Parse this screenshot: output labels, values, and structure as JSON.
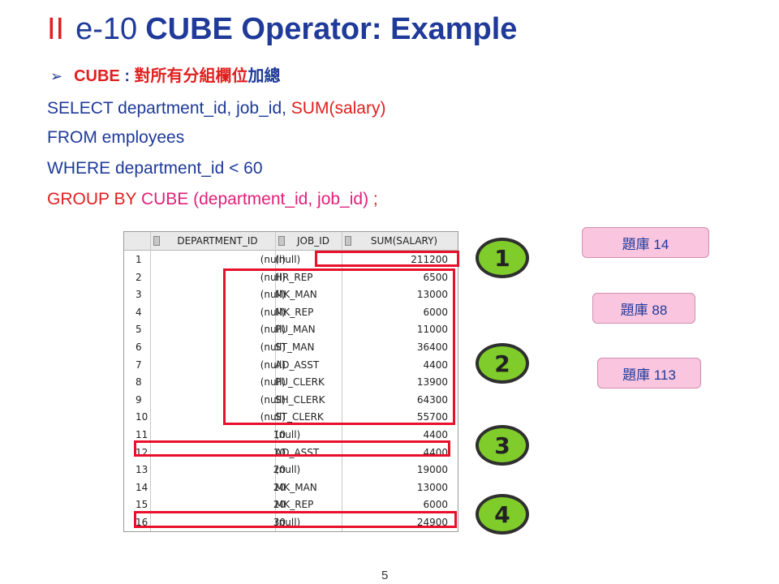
{
  "title": {
    "roman": "II",
    "number": "e-10",
    "main": "CUBE Operator: Example"
  },
  "bullet": {
    "keyword": "CUBE",
    "separator": " : ",
    "red_text": "對所有分組欄位",
    "blue_text": "加總"
  },
  "sql": {
    "line1_a": "SELECT department_id, job_id, ",
    "line1_b": "SUM(salary)",
    "line2": "FROM employees",
    "line3": "WHERE department_id < 60",
    "line4_a": "GROUP BY ",
    "line4_b": "CUBE (department_id, job_id)",
    "line4_c": " ;"
  },
  "result_table": {
    "columns": [
      "DEPARTMENT_ID",
      "JOB_ID",
      "SUM(SALARY)"
    ],
    "rows": [
      {
        "n": "1",
        "dep": "(null)",
        "job": "(null)",
        "sal": "211200"
      },
      {
        "n": "2",
        "dep": "(null)",
        "job": "HR_REP",
        "sal": "6500"
      },
      {
        "n": "3",
        "dep": "(null)",
        "job": "MK_MAN",
        "sal": "13000"
      },
      {
        "n": "4",
        "dep": "(null)",
        "job": "MK_REP",
        "sal": "6000"
      },
      {
        "n": "5",
        "dep": "(null)",
        "job": "PU_MAN",
        "sal": "11000"
      },
      {
        "n": "6",
        "dep": "(null)",
        "job": "ST_MAN",
        "sal": "36400"
      },
      {
        "n": "7",
        "dep": "(null)",
        "job": "AD_ASST",
        "sal": "4400"
      },
      {
        "n": "8",
        "dep": "(null)",
        "job": "PU_CLERK",
        "sal": "13900"
      },
      {
        "n": "9",
        "dep": "(null)",
        "job": "SH_CLERK",
        "sal": "64300"
      },
      {
        "n": "10",
        "dep": "(null)",
        "job": "ST_CLERK",
        "sal": "55700"
      },
      {
        "n": "11",
        "dep": "10",
        "job": "(null)",
        "sal": "4400"
      },
      {
        "n": "12",
        "dep": "10",
        "job": "AD_ASST",
        "sal": "4400"
      },
      {
        "n": "13",
        "dep": "20",
        "job": "(null)",
        "sal": "19000"
      },
      {
        "n": "14",
        "dep": "20",
        "job": "MK_MAN",
        "sal": "13000"
      },
      {
        "n": "15",
        "dep": "20",
        "job": "MK_REP",
        "sal": "6000"
      },
      {
        "n": "16",
        "dep": "30",
        "job": "(null)",
        "sal": "24900"
      }
    ]
  },
  "badges": [
    "1",
    "2",
    "3",
    "4"
  ],
  "tags": [
    "題庫 14",
    "題庫 88",
    "題庫 113"
  ],
  "page_number": "5",
  "colors": {
    "red": "#e02020",
    "blue": "#1f3a99",
    "pink": "#e0207a",
    "badge_green": "#7fcc2a",
    "tag_pink": "#f9c5df",
    "highlight_red": "#e8102a"
  }
}
